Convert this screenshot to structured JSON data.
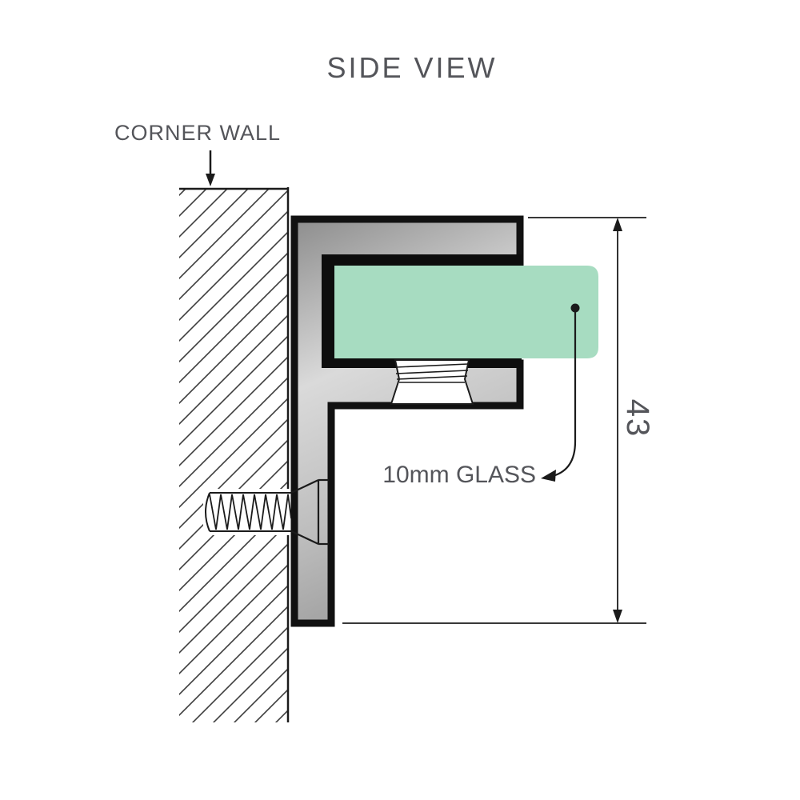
{
  "title": "SIDE VIEW",
  "labels": {
    "corner_wall": "CORNER WALL",
    "glass": "10mm GLASS",
    "dimension_height": "43"
  },
  "colors": {
    "glass_fill": "#a7dcc1",
    "text": "#54555a",
    "line": "#1b1b1b"
  }
}
